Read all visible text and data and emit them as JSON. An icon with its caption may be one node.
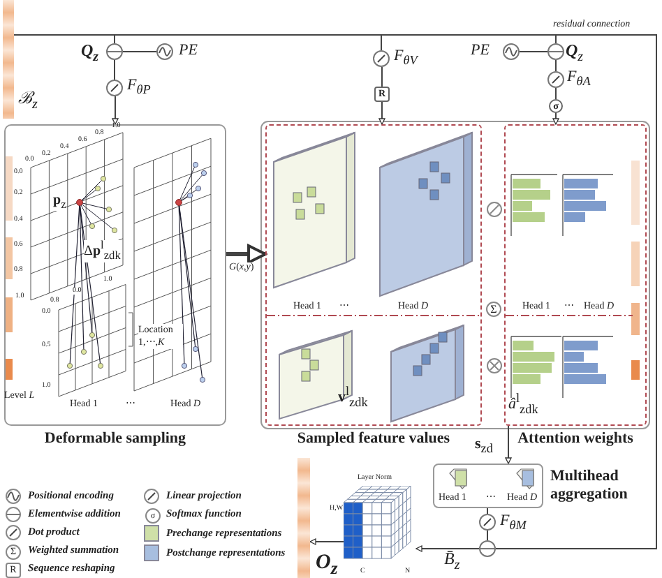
{
  "diagram": {
    "nodes": [
      {
        "text": [
          "Deformable sampling"
        ]
      },
      {
        "text": [
          "Sampled feature values"
        ]
      },
      {
        "text": [
          "Attention weights"
        ]
      },
      {
        "text": [
          "Head 1",
          "⋯",
          "Head *D*",
          "Multihead aggregation"
        ]
      },
      {
        "text": [],
        "shape": "circle",
        "beside": [
          "**Q**$_{z}$"
        ]
      },
      {
        "text": [],
        "shape": "circle",
        "beside": [
          "*PE*"
        ]
      },
      {
        "text": [],
        "shape": "circle",
        "beside": [
          "*F*$_{θP}$"
        ]
      },
      {
        "text": [],
        "shape": "circle",
        "beside": [
          "*F*$_{θV}$"
        ]
      },
      {
        "text": [
          "R"
        ]
      },
      {
        "text": [],
        "shape": "circle",
        "beside": [
          "*PE*"
        ]
      },
      {
        "text": [],
        "shape": "circle",
        "beside": [
          "**Q**$_{z}$"
        ]
      },
      {
        "text": [],
        "shape": "circle",
        "beside": [
          "*F*$_{θA}$"
        ]
      },
      {
        "text": [
          "σ"
        ]
      },
      {
        "text": [],
        "shape": "circle",
        "beside": [
          "*F*$_{θM}$"
        ]
      },
      {
        "text": [],
        "shape": "circle",
        "beside": [
          "*B̄*$_{z}$"
        ]
      },
      {
        "text": [],
        "shape": "picture",
        "beside": [
          "Layer Norm",
          "H,W",
          "C",
          "N"
        ]
      },
      {
        "text": [],
        "shape": "bar",
        "beside": [
          "**O**$_{z}$"
        ]
      },
      {
        "text": [],
        "shape": "bar",
        "beside": [
          "ℬ$_{z}$"
        ]
      }
    ],
    "edges": [
      {
        "from": 17,
        "to": 14,
        "arrow": "none",
        "label": "residual connection"
      },
      {
        "from": 17,
        "to": 4,
        "arrow": "none"
      },
      {
        "from": 17,
        "to": 7,
        "arrow": "none"
      },
      {
        "from": 17,
        "to": 10,
        "arrow": "none"
      },
      {
        "from": 5,
        "to": 4,
        "arrow": "none"
      },
      {
        "from": 4,
        "to": 6,
        "arrow": "none"
      },
      {
        "from": 6,
        "to": 0,
        "arrow": "to"
      },
      {
        "from": 7,
        "to": 8,
        "arrow": "none"
      },
      {
        "from": 8,
        "to": 1,
        "arrow": "to"
      },
      {
        "from": 9,
        "to": 10,
        "arrow": "none"
      },
      {
        "from": 10,
        "to": 11,
        "arrow": "none"
      },
      {
        "from": 11,
        "to": 12,
        "arrow": "none"
      },
      {
        "from": 12,
        "to": 2,
        "arrow": "to"
      },
      {
        "from": 0,
        "to": 1,
        "arrow": "to",
        "label": "*G*(*x*,*y*)",
        "style": "thick"
      },
      {
        "from": 2,
        "to": 3,
        "arrow": "to",
        "label": "**s**$_{zd}$"
      },
      {
        "from": 3,
        "to": 13,
        "arrow": "none"
      },
      {
        "from": 13,
        "to": 14,
        "arrow": "none"
      },
      {
        "from": 14,
        "to": 15,
        "arrow": "to"
      },
      {
        "from": 15,
        "to": 16,
        "arrow": "to"
      }
    ],
    "labels": [
      "0.0",
      "0.2",
      "0.4",
      "0.6",
      "0.8",
      "1.0",
      "0.0",
      "0.2",
      "0.4",
      "0.6",
      "0.8",
      "**p**$_{z}$",
      "Δ**p**$^{l}$$_{zdk}$",
      "1.0",
      "0.0",
      "1.0",
      "0.8",
      "0.0",
      "0.5",
      "1.0",
      "Location 1,⋯,*K*",
      "Level *L*",
      "Head 1",
      "⋯",
      "Head *D*",
      "Head 1",
      "⋯",
      "Head *D*",
      "Σ",
      "Head 1",
      "⋯",
      "Head *D*",
      "**v**$^{l}$$_{zdk}$",
      "*â*$^{l}$$_{zdk}$",
      "Σ",
      "R",
      "σ"
    ],
    "legend": [
      {
        "text": "Positional encoding"
      },
      {
        "text": "Elementwise addition"
      },
      {
        "text": "Dot product"
      },
      {
        "text": "Weighted summation"
      },
      {
        "text": "Sequence reshaping"
      },
      {
        "text": "Linear projection"
      },
      {
        "text": "Softmax function"
      },
      {
        "text": "Prechange representations",
        "color": "#cfe0a8"
      },
      {
        "text": "Postchange representations",
        "color": "#a7bedf"
      }
    ]
  }
}
